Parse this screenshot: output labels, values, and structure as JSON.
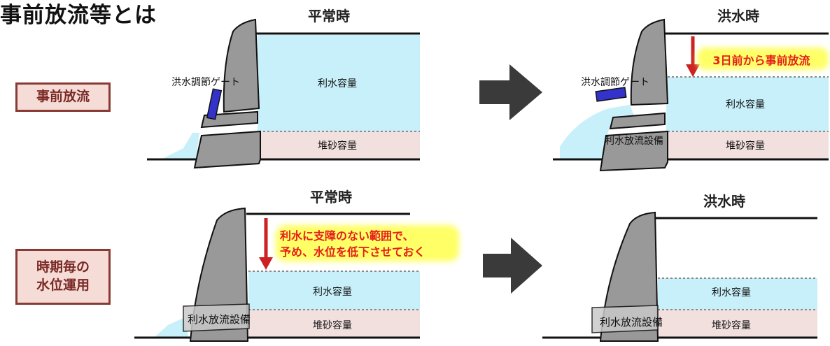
{
  "title": "事前放流等とは",
  "row_labels": {
    "pre_release": "事前放流",
    "seasonal_line1": "時期毎の",
    "seasonal_line2": "水位運用"
  },
  "states": {
    "normal": "平常時",
    "flood": "洪水時"
  },
  "components": {
    "flood_gate": "洪水調節ゲート",
    "water_use_capacity": "利水容量",
    "sediment_capacity": "堆砂容量",
    "water_release_facility": "利水放流設備"
  },
  "annotations": {
    "pre_release_note": "3日前から事前放流",
    "seasonal_note_line1": "利水に支障のない範囲で、",
    "seasonal_note_line2": "予め、水位を低下させておく"
  },
  "colors": {
    "water": "#c8f0fa",
    "sediment": "#f1e0de",
    "dam": "#999999",
    "gate": "#3333cc",
    "arrow_red": "#cc2222",
    "label_bg": "#f5dcd6",
    "label_border": "#8a3a35",
    "highlight": "#ffff66"
  }
}
